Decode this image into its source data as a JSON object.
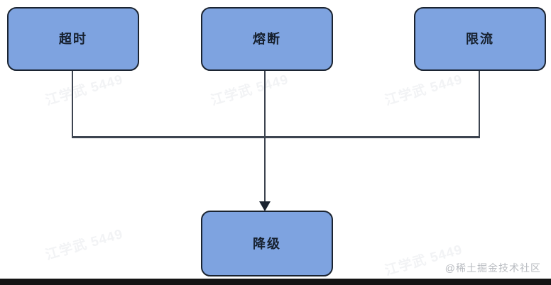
{
  "diagram": {
    "type": "flowchart",
    "direction": "top-to-bottom",
    "nodes": [
      {
        "id": "timeout",
        "label": "超时"
      },
      {
        "id": "fuse",
        "label": "熔断"
      },
      {
        "id": "limit",
        "label": "限流"
      },
      {
        "id": "degrade",
        "label": "降级"
      }
    ],
    "edges": [
      {
        "from": "timeout",
        "to": "degrade",
        "arrow": true
      },
      {
        "from": "fuse",
        "to": "degrade",
        "arrow": true
      },
      {
        "from": "limit",
        "to": "degrade",
        "arrow": true
      }
    ],
    "colors": {
      "node_fill": "#7ea3e0",
      "node_border": "#1b2431",
      "node_text": "#16202e",
      "edge": "#3d4450",
      "background": "#ffffff"
    }
  },
  "watermarks": {
    "tile_text": "江学武 5449",
    "brand": "@稀土掘金技术社区"
  }
}
